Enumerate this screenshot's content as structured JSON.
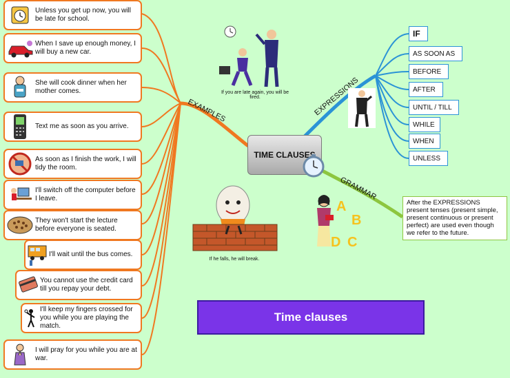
{
  "central": {
    "label": "TIME CLAUSES"
  },
  "branches": {
    "examples": "EXAMPLES",
    "expressions": "EXPRESSIONS",
    "grammar": "GRAMMAR"
  },
  "examples": [
    {
      "text": "Unless you get up now, you will be late for school.",
      "icon": "alarm-clock-icon"
    },
    {
      "text": "When I save up enough money, I will buy a new car.",
      "icon": "car-icon"
    },
    {
      "text": "She will cook dinner when her mother comes.",
      "icon": "cook-icon"
    },
    {
      "text": "Text me as soon as you arrive.",
      "icon": "mobile-phone-icon"
    },
    {
      "text": "As soon as I finish the work, I will tidy the room.",
      "icon": "messy-room-icon"
    },
    {
      "text": "I'll switch off the computer before I leave.",
      "icon": "computer-desk-icon"
    },
    {
      "text": "They won't start the lecture before everyone is seated.",
      "icon": "lecture-hall-icon"
    },
    {
      "text": "I'll wait until the bus comes.",
      "icon": "bus-stop-icon"
    },
    {
      "text": "You cannot use the credit card till you repay your debt.",
      "icon": "credit-card-icon"
    },
    {
      "text": "I'll keep my fingers crossed for you while you are playing the match.",
      "icon": "tennis-player-icon"
    },
    {
      "text": "I will pray for you while you are at war.",
      "icon": "praying-person-icon"
    }
  ],
  "expressions": [
    "IF",
    "AS SOON AS",
    "BEFORE",
    "AFTER",
    "UNTIL / TILL",
    "WHILE",
    "WHEN",
    "UNLESS"
  ],
  "grammar": {
    "note": "After the EXPRESSIONS present tenses (present simple, present continuous or present perfect) are used even though we refer to the future.",
    "letters": [
      "A",
      "B",
      "D",
      "C"
    ]
  },
  "captions": {
    "late": "If you are late again, you will be fired.",
    "egg": "If he falls, he will break."
  },
  "banner": {
    "text": "Time clauses"
  },
  "colors": {
    "examples": "#f07820",
    "expressions": "#2b93d6",
    "grammar": "#8dc63f",
    "banner": "#7a34e8"
  }
}
